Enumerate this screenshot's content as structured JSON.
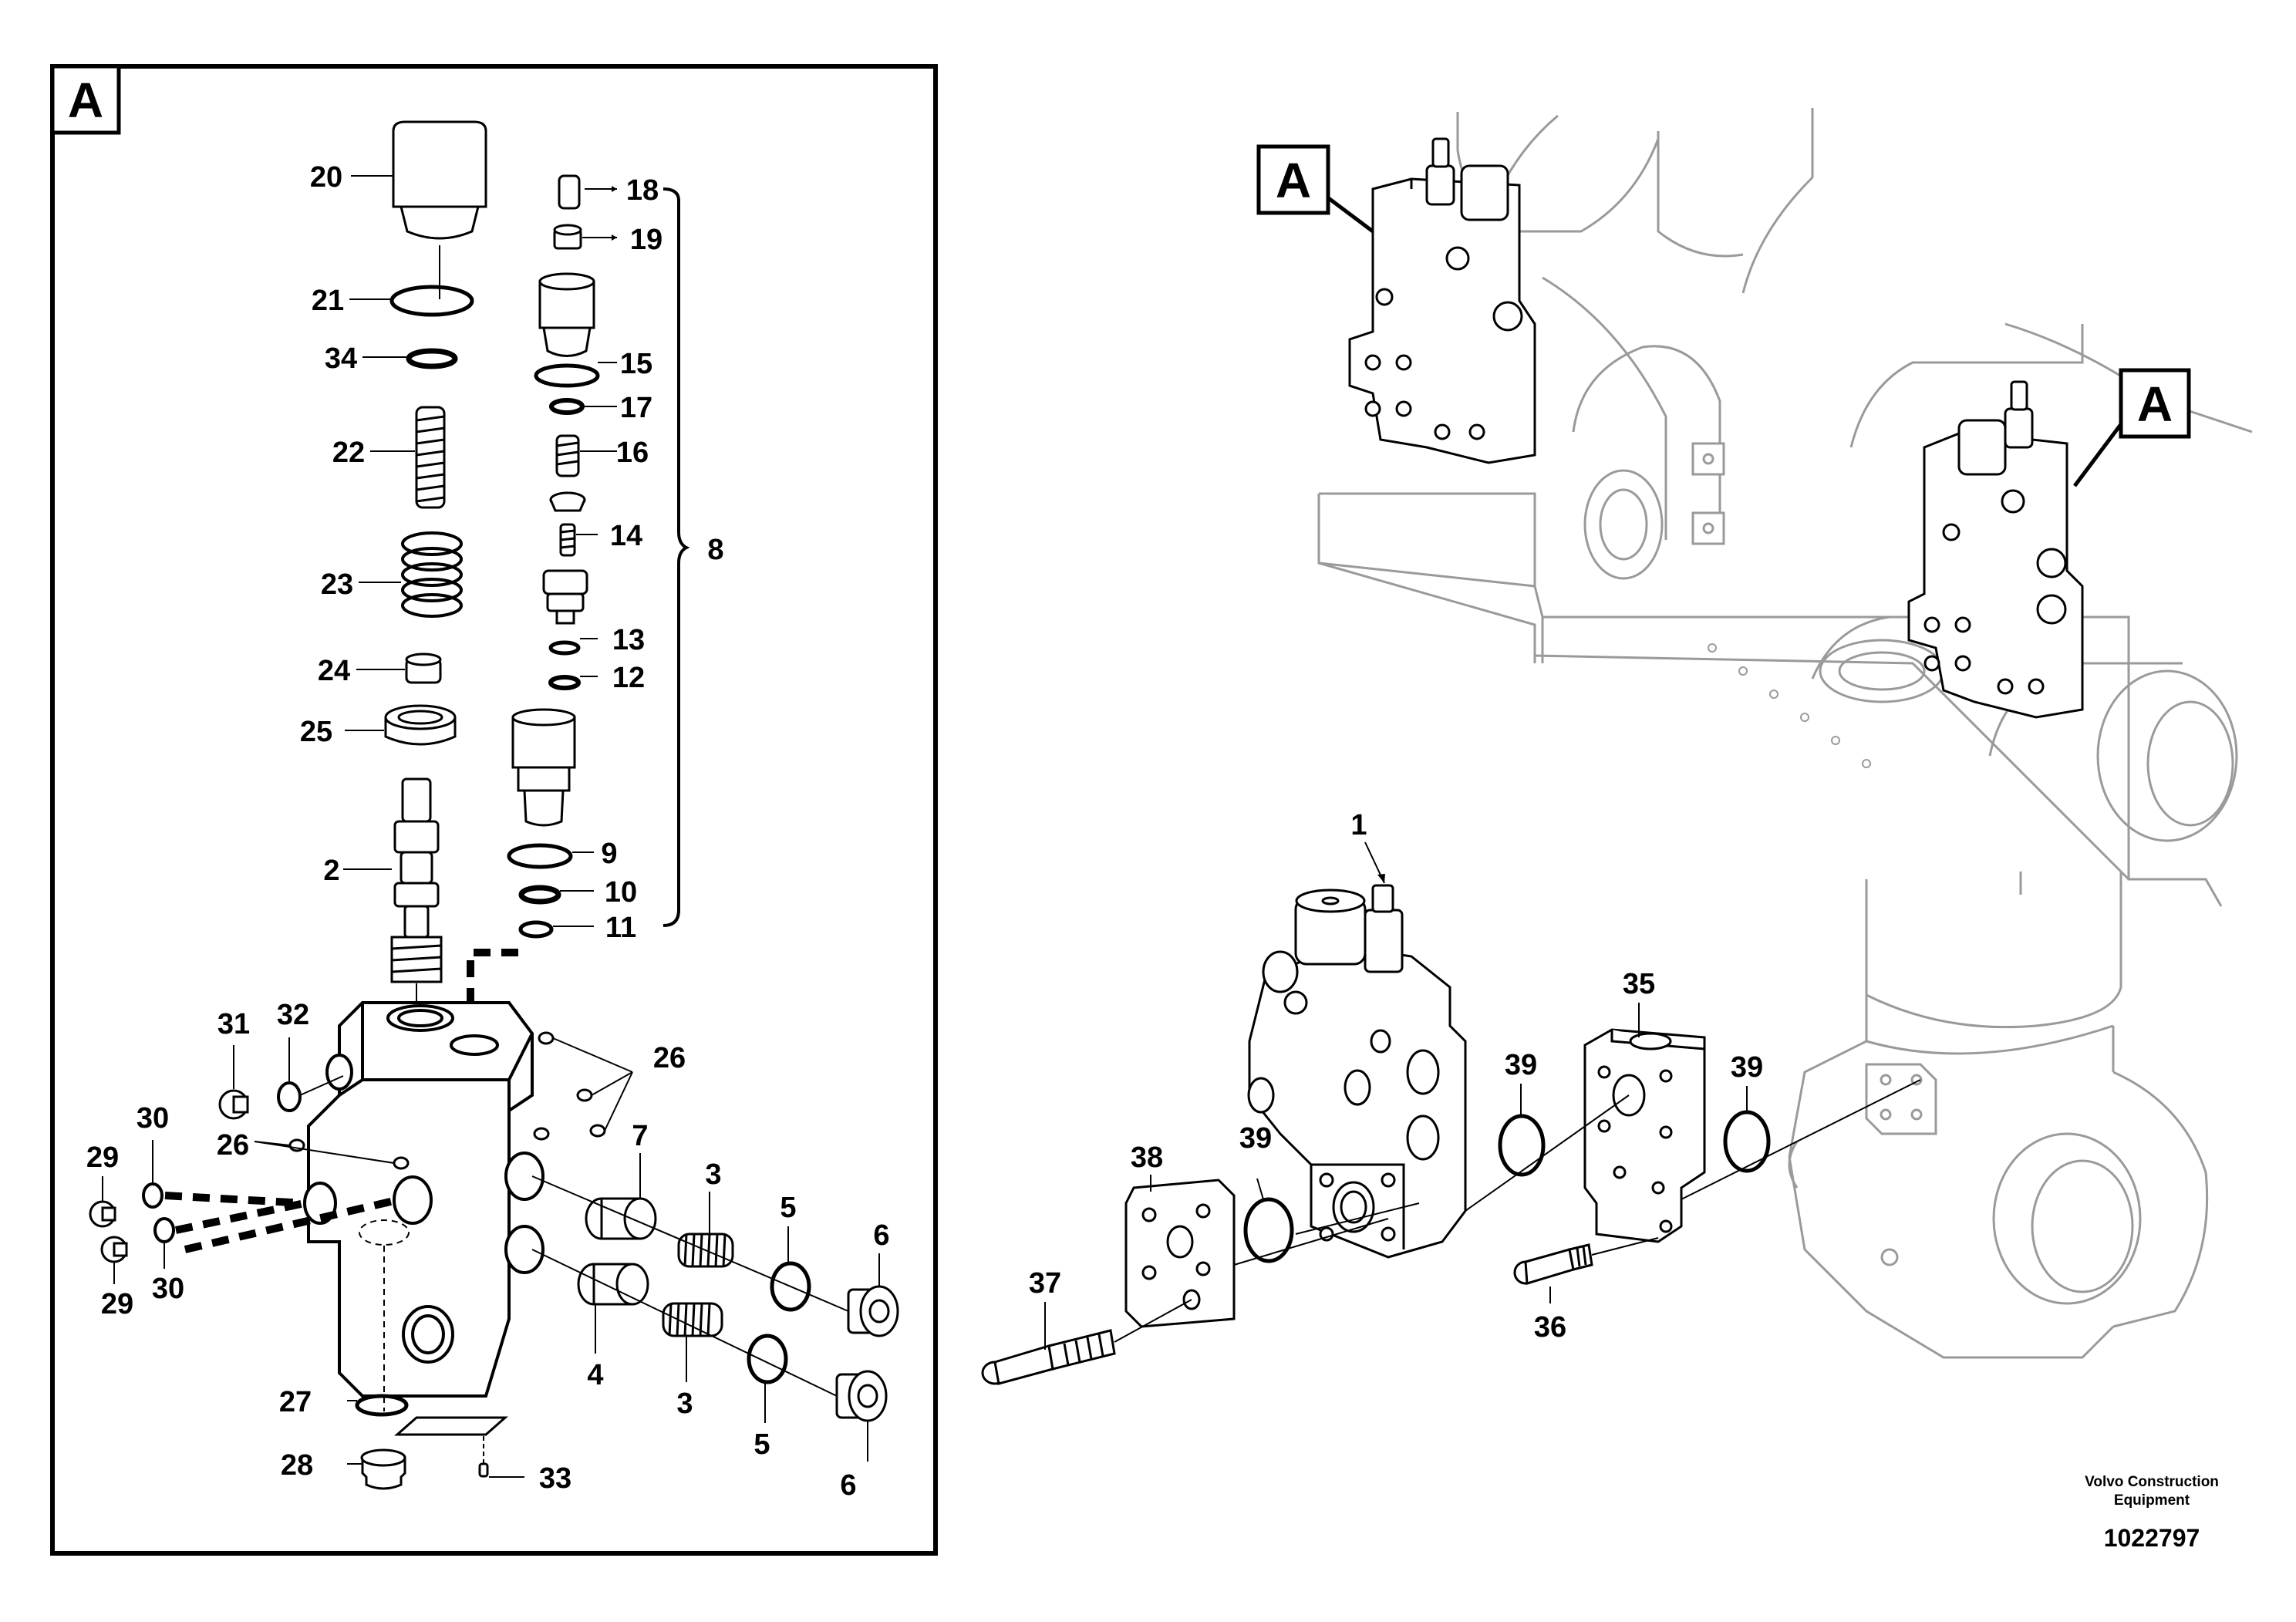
{
  "callout_label": "A",
  "part_numbers": {
    "p1": "1",
    "p2": "2",
    "p3": "3",
    "p4": "4",
    "p5": "5",
    "p6": "6",
    "p7": "7",
    "p8": "8",
    "p9": "9",
    "p10": "10",
    "p11": "11",
    "p12": "12",
    "p13": "13",
    "p14": "14",
    "p15": "15",
    "p16": "16",
    "p17": "17",
    "p18": "18",
    "p19": "19",
    "p20": "20",
    "p21": "21",
    "p22": "22",
    "p23": "23",
    "p24": "24",
    "p25": "25",
    "p26": "26",
    "p27": "27",
    "p28": "28",
    "p29": "29",
    "p30": "30",
    "p31": "31",
    "p32": "32",
    "p33": "33",
    "p34": "34",
    "p35": "35",
    "p36": "36",
    "p37": "37",
    "p38": "38",
    "p39": "39"
  },
  "footer": {
    "company_line1": "Volvo Construction",
    "company_line2": "Equipment",
    "drawing_number": "1022797"
  },
  "colors": {
    "line": "#000000",
    "background_machine": "#9a9a9a"
  }
}
